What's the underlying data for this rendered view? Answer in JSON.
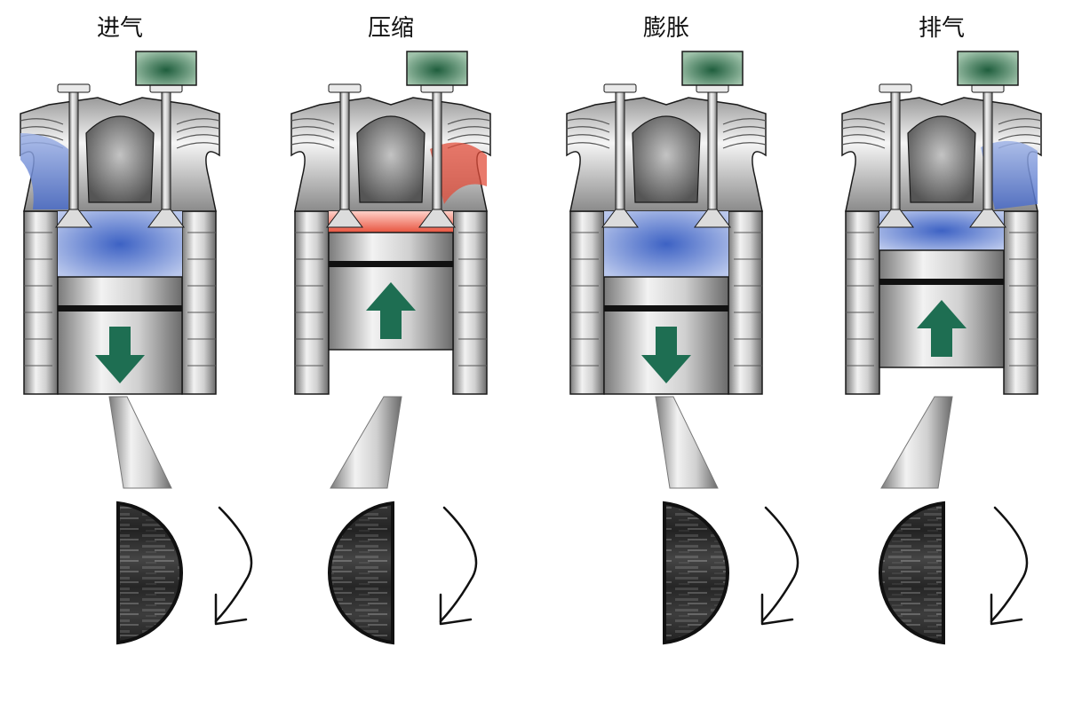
{
  "stages": [
    {
      "id": "intake",
      "title": "进气",
      "piston_position": "low",
      "piston_direction": "down",
      "gas": "blue",
      "rod_lean": "left",
      "crank": "right-half"
    },
    {
      "id": "compression",
      "title": "压缩",
      "piston_position": "high",
      "piston_direction": "up",
      "gas": "red",
      "rod_lean": "right",
      "crank": "left-half"
    },
    {
      "id": "expansion",
      "title": "膨胀",
      "piston_position": "low",
      "piston_direction": "down",
      "gas": "blue",
      "rod_lean": "left",
      "crank": "right-half"
    },
    {
      "id": "exhaust",
      "title": "排气",
      "piston_position": "mid-high",
      "piston_direction": "up",
      "gas": "blue",
      "rod_lean": "right",
      "crank": "left-half"
    }
  ],
  "colors": {
    "arrow_green": "#1e6e52",
    "actuator_green": "#2f6e4d",
    "gas_blue": "#3d62c4",
    "gas_red": "#e24d3b",
    "metal_light": "#e3e3e3",
    "metal_dark": "#6e6e6e",
    "outline": "#1a1a1a"
  }
}
